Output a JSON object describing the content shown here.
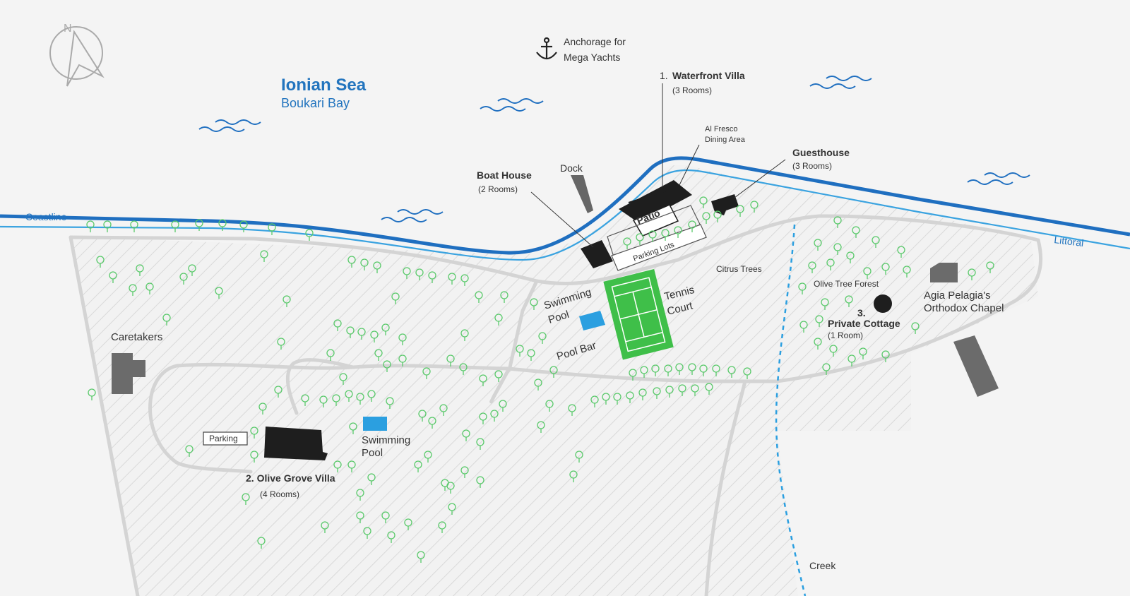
{
  "sea": {
    "name": "Ionian Sea",
    "bay": "Boukari Bay"
  },
  "anchorage": {
    "line1": "Anchorage for",
    "line2": "Mega Yachts"
  },
  "coast": {
    "coastline_label": "Coastline",
    "littoral_label": "Littoral"
  },
  "places": {
    "waterfront_villa": {
      "num": "1.",
      "name": "Waterfront Villa",
      "rooms": "(3 Rooms)"
    },
    "al_fresco": {
      "line1": "Al Fresco",
      "line2": "Dining Area"
    },
    "guesthouse": {
      "name": "Guesthouse",
      "rooms": "(3 Rooms)"
    },
    "boat_house": {
      "name": "Boat House",
      "rooms": "(2 Rooms)"
    },
    "dock": "Dock",
    "patio": "Patio",
    "parking_lots": "Parking Lots",
    "citrus_trees": "Citrus Trees",
    "tennis_court": {
      "line1": "Tennis",
      "line2": "Court"
    },
    "swimming_pool_1": {
      "line1": "Swimming",
      "line2": "Pool"
    },
    "pool_bar": "Pool Bar",
    "olive_tree_forest": "Olive Tree Forest",
    "private_cottage": {
      "num": "3.",
      "name": "Private Cottage",
      "rooms": "(1 Room)"
    },
    "chapel": {
      "line1": "Agia Pelagia's",
      "line2": "Orthodox Chapel"
    },
    "caretakers": "Caretakers",
    "parking": "Parking",
    "swimming_pool_2": {
      "line1": "Swimming",
      "line2": "Pool"
    },
    "olive_grove_villa": {
      "name": "2. Olive Grove Villa",
      "rooms": "(4 Rooms)"
    },
    "creek": "Creek"
  },
  "compass": {
    "north": "N"
  },
  "colors": {
    "background": "#f4f4f4",
    "coast_dark": "#1f6fc0",
    "coast_light": "#3aa3e0",
    "road": "#d4d4d4",
    "building": "#1e1e1e",
    "gray_building": "#6b6b6b",
    "tree": "#59c96a",
    "court": "#3fbf49",
    "pool": "#2b9fe0",
    "hatch": "#dadada"
  }
}
